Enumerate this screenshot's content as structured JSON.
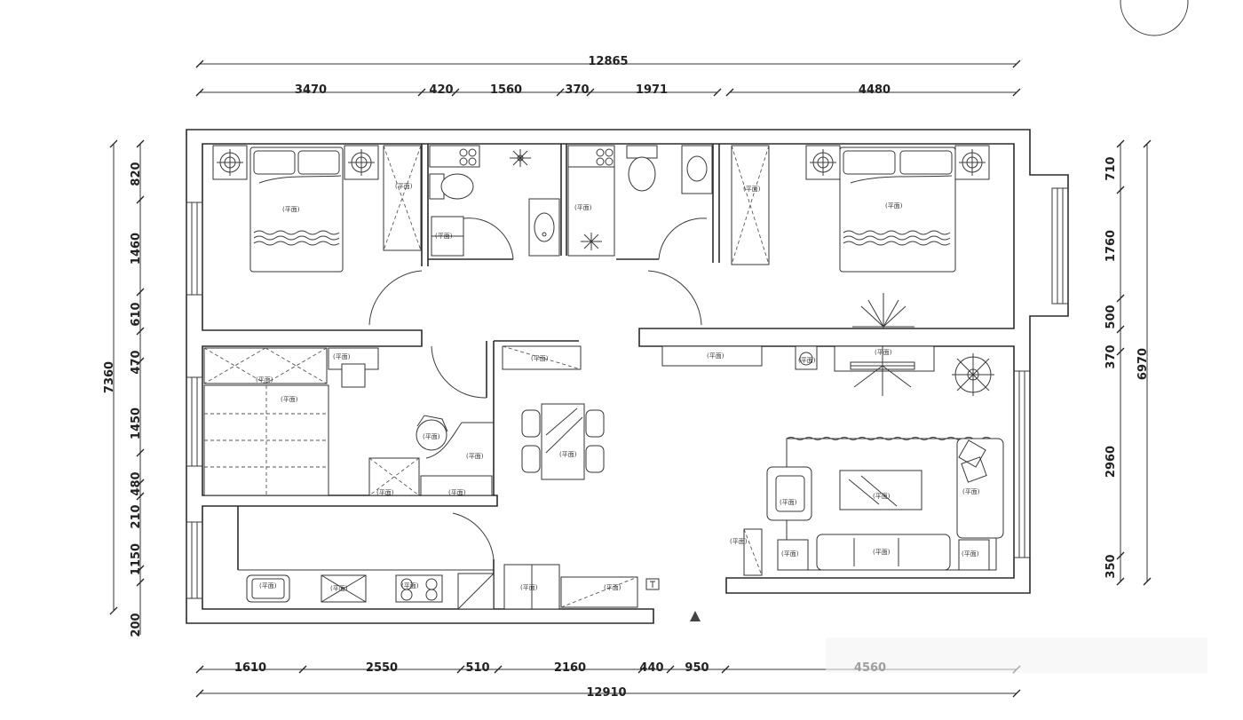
{
  "dimensions": {
    "top_total": "12865",
    "top_segments": [
      "3470",
      "420",
      "1560",
      "370",
      "1971",
      "4480"
    ],
    "bottom_segments": [
      "1610",
      "2550",
      "510",
      "2160",
      "440",
      "950",
      "4560"
    ],
    "bottom_total": "12910",
    "left_total": "7360",
    "left_segments": [
      "820",
      "1460",
      "610",
      "470",
      "1450",
      "480",
      "210",
      "1150",
      "200"
    ],
    "right_total": "6970",
    "right_segments": [
      "710",
      "1760",
      "500",
      "370",
      "2960",
      "350"
    ]
  },
  "furniture_tag": "(平面)"
}
